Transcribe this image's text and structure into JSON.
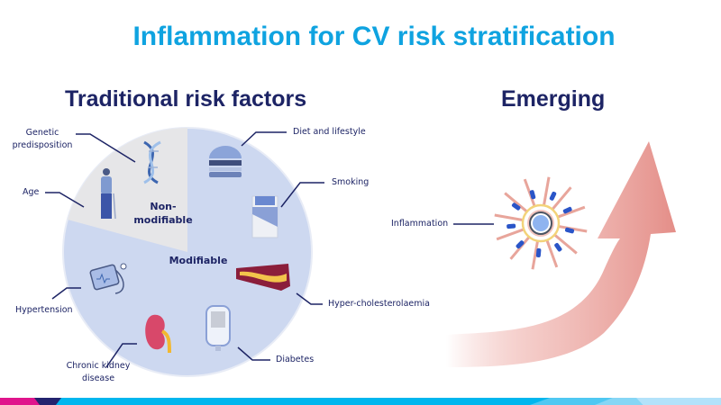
{
  "title": "Inflammation for CV risk stratification",
  "left": {
    "heading": "Traditional risk factors",
    "pie": {
      "non_modifiable_label": "Non-\nmodifiable",
      "non_modifiable_line1": "Non-",
      "non_modifiable_line2": "modifiable",
      "modifiable_label": "Modifiable"
    },
    "labels": {
      "genetic_1": "Genetic",
      "genetic_2": "predisposition",
      "age": "Age",
      "hypertension": "Hypertension",
      "ckd_1": "Chronic kidney",
      "ckd_2": "disease",
      "diet": "Diet and lifestyle",
      "smoking": "Smoking",
      "hyperchol": "Hyper-cholesterolaemia",
      "diabetes": "Diabetes"
    }
  },
  "right": {
    "heading": "Emerging",
    "inflammation_label": "Inflammation"
  },
  "colors": {
    "title": "#0fa3e0",
    "navy": "#1d2465",
    "modifiable": "#cdd8f0",
    "non_modifiable": "#e6e6e8",
    "arrow": "#e99a94"
  }
}
